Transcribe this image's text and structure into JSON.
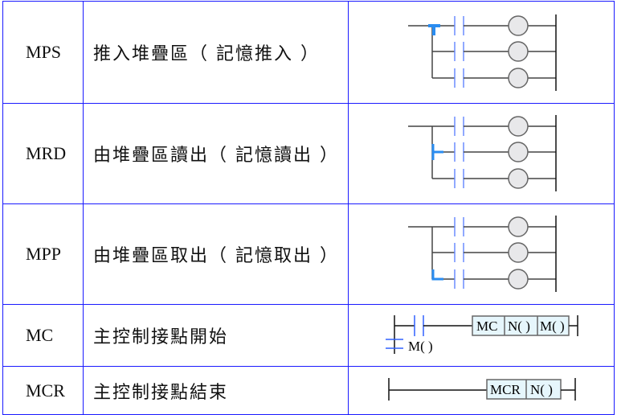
{
  "rows": [
    {
      "code": "MPS",
      "desc": "推入堆疊區（ 記憶推入 ）"
    },
    {
      "code": "MRD",
      "desc": "由堆疊區讀出（ 記憶讀出 ）"
    },
    {
      "code": "MPP",
      "desc": "由堆疊區取出（ 記憶取出 ）"
    },
    {
      "code": "MC",
      "desc": "主控制接點開始"
    },
    {
      "code": "MCR",
      "desc": "主控制接點結束"
    }
  ],
  "diagrams": {
    "mc": {
      "op": "MC",
      "n": "N( )",
      "m": "M( )",
      "contact_label": "M( )"
    },
    "mcr": {
      "op": "MCR",
      "n": "N( )"
    }
  },
  "colors": {
    "border": "#1a1aff",
    "highlight": "#2a8cf0",
    "contact": "#5a8cff",
    "box_fill": "#e6f6fc"
  }
}
